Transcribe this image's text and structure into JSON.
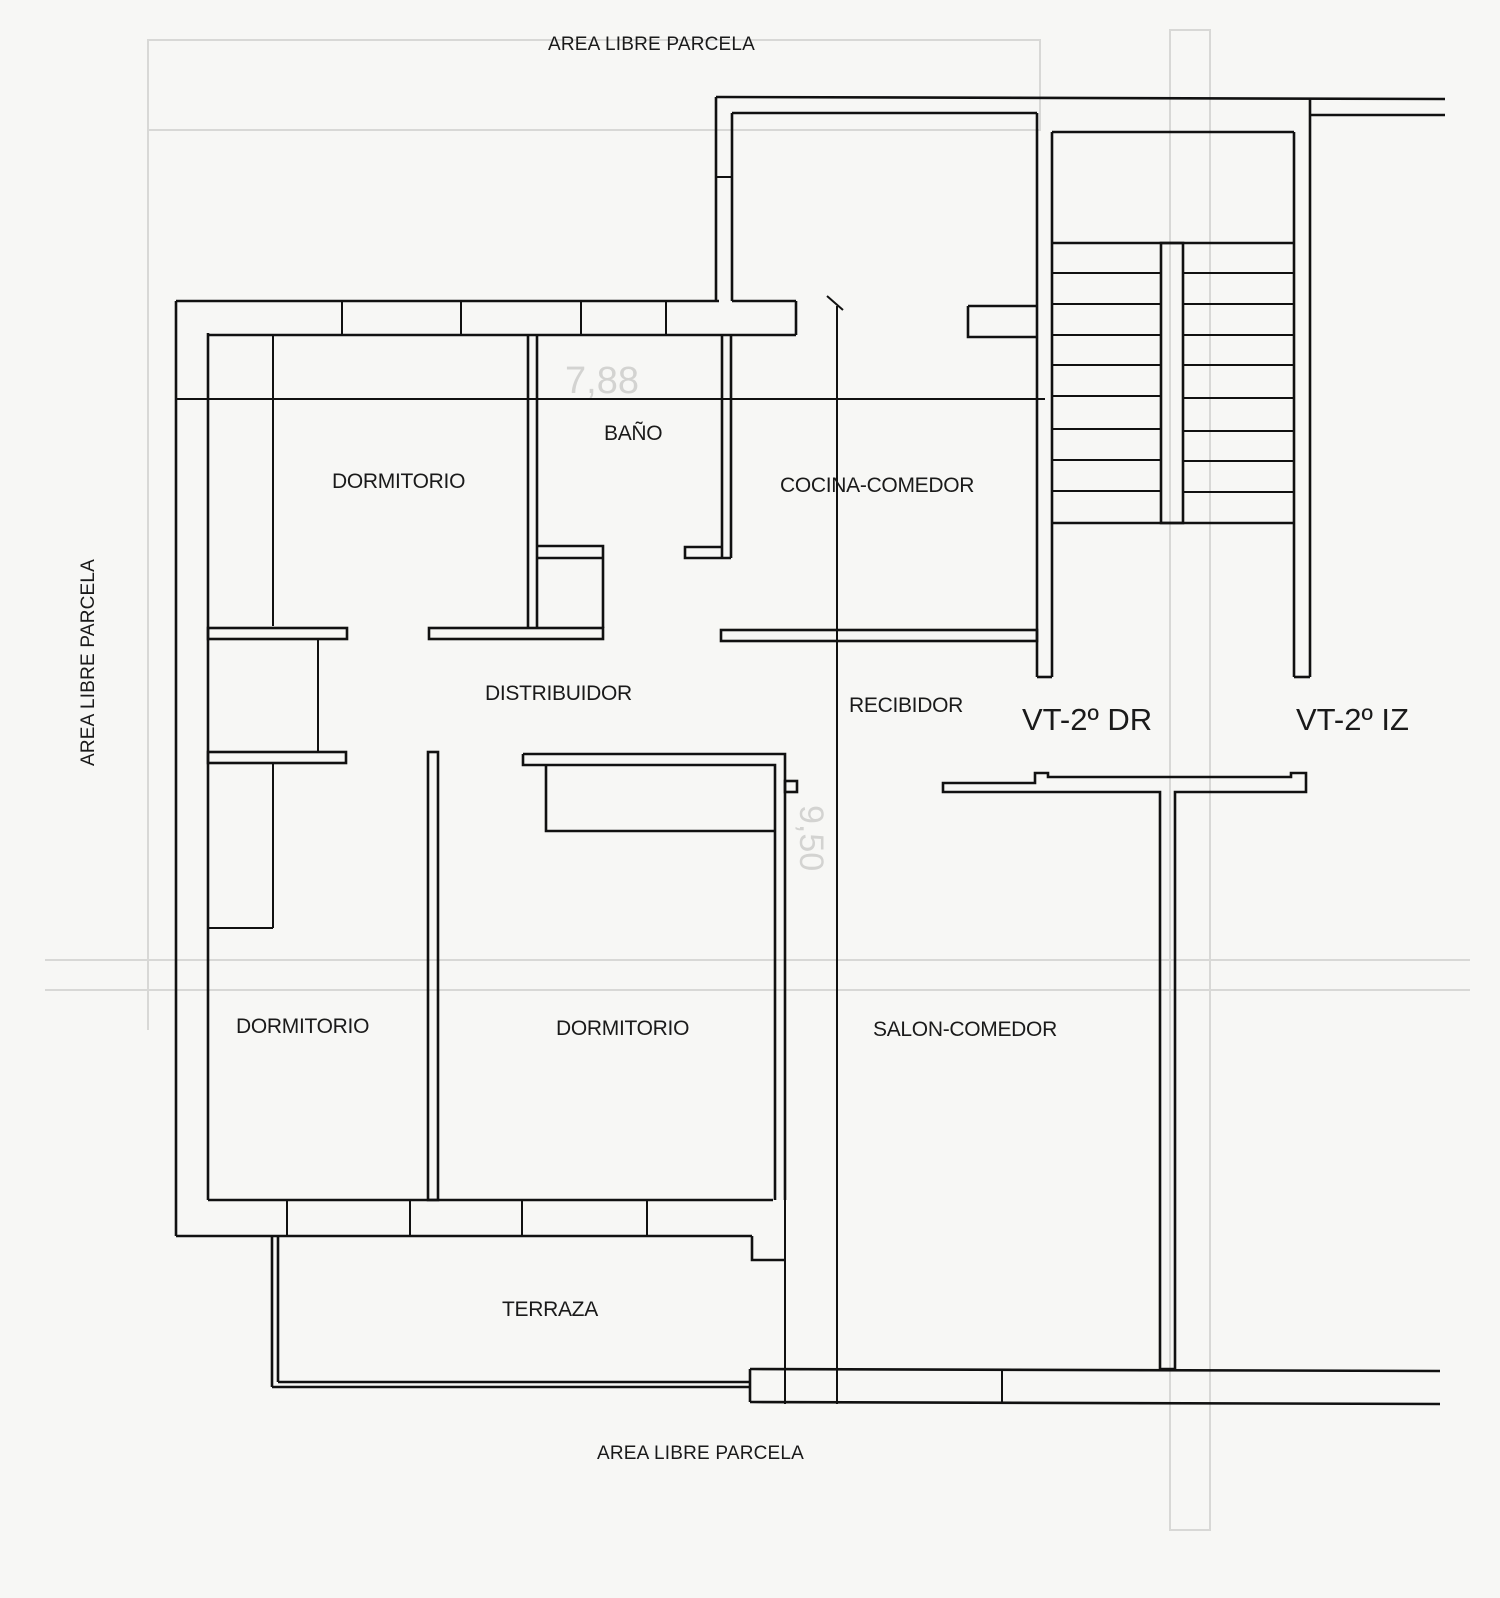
{
  "plan": {
    "surroundings": {
      "top": "AREA LIBRE PARCELA",
      "left": "AREA LIBRE PARCELA",
      "bottom": "AREA LIBRE PARCELA"
    },
    "rooms": [
      {
        "id": "dormitorio-1",
        "label": "DORMITORIO"
      },
      {
        "id": "bano",
        "label": "BAÑO"
      },
      {
        "id": "cocina-comedor",
        "label": "COCINA-COMEDOR"
      },
      {
        "id": "distribuidor",
        "label": "DISTRIBUIDOR"
      },
      {
        "id": "recibidor",
        "label": "RECIBIDOR"
      },
      {
        "id": "dormitorio-2",
        "label": "DORMITORIO"
      },
      {
        "id": "dormitorio-3",
        "label": "DORMITORIO"
      },
      {
        "id": "salon-comedor",
        "label": "SALON-COMEDOR"
      },
      {
        "id": "terraza",
        "label": "TERRAZA"
      }
    ],
    "units": [
      {
        "id": "vt-2-dr",
        "label": "VT-2º DR"
      },
      {
        "id": "vt-2-iz",
        "label": "VT-2º IZ"
      }
    ],
    "bleed_through": {
      "dimension_top": "7,88",
      "dimension_vertical": "9,50"
    },
    "colors": {
      "line": "#111111",
      "paper": "#f7f7f5",
      "ghost": "#d3d3d1"
    }
  }
}
